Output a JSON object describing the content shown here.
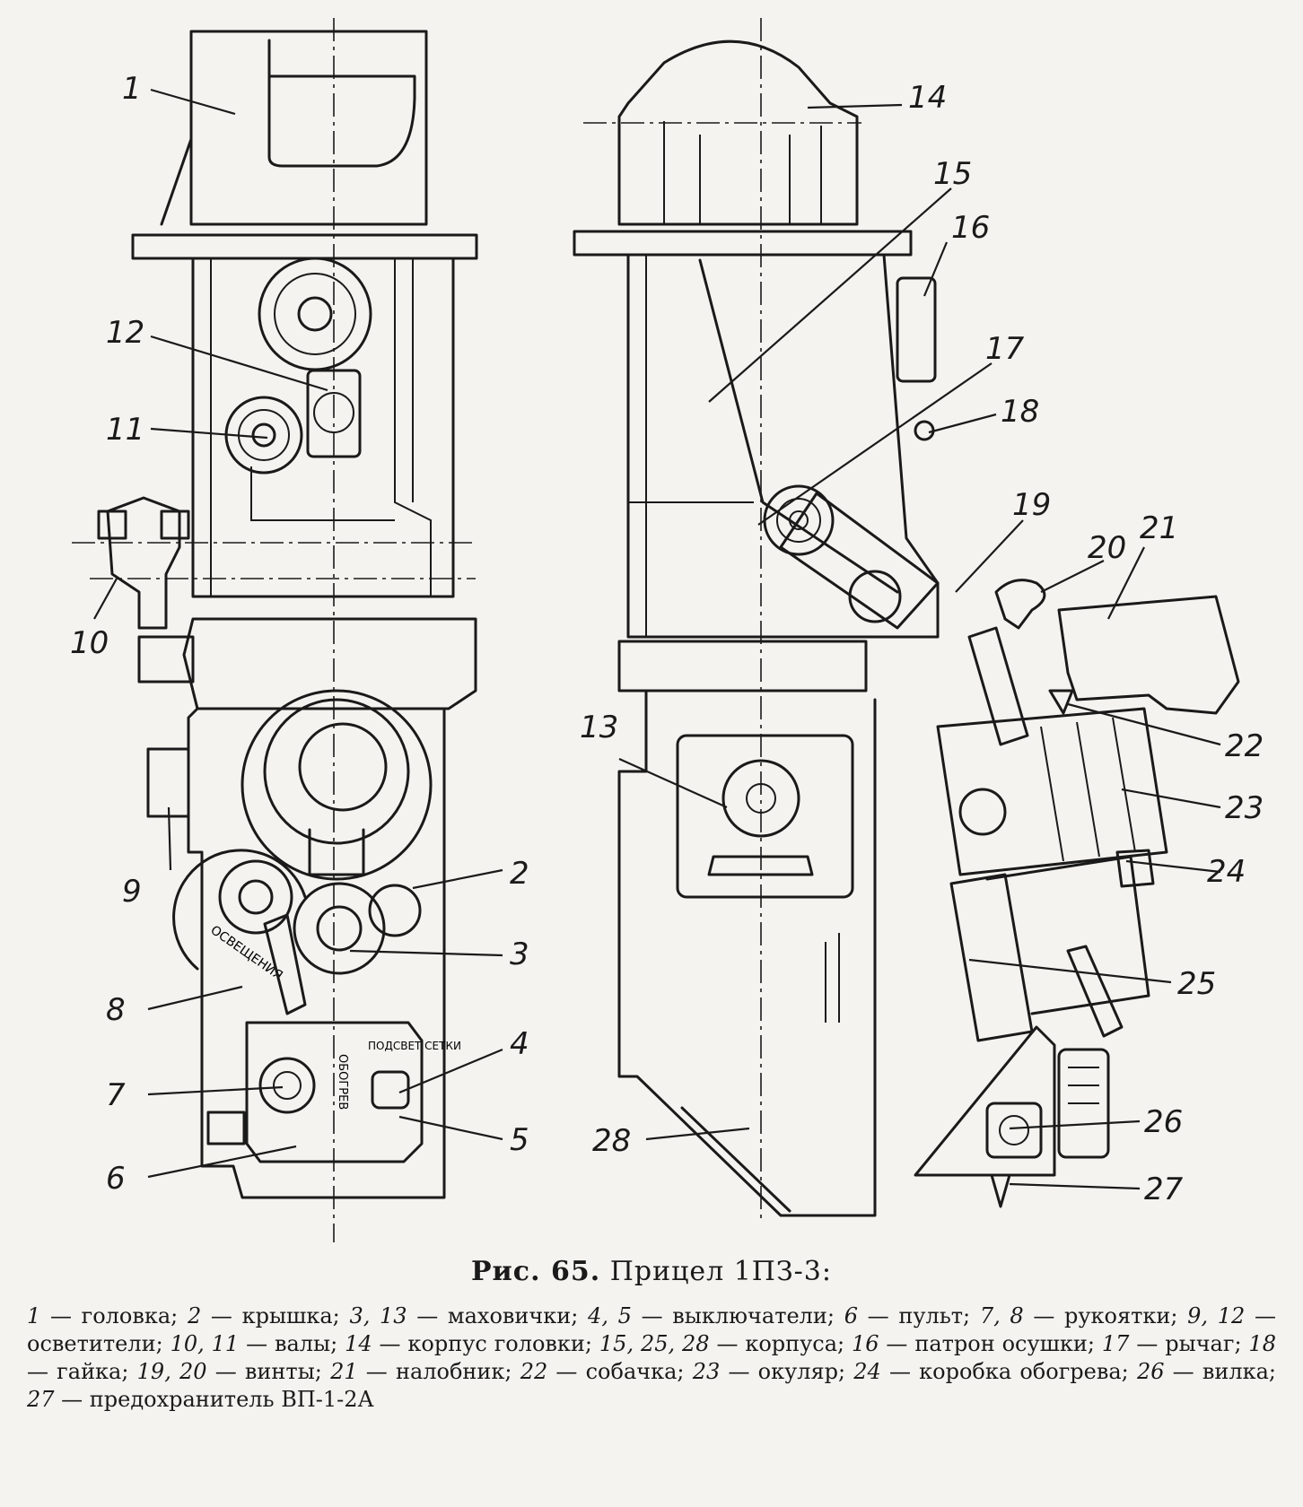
{
  "caption": {
    "fig_label": "Рис. 65.",
    "fig_title": "Прицел 1ПЗ-3:"
  },
  "legend": [
    {
      "key": "1",
      "text": "головка;"
    },
    {
      "key": "2",
      "text": "крышка;"
    },
    {
      "key": "3, 13",
      "text": "маховички;"
    },
    {
      "key": "4, 5",
      "text": "выключатели;"
    },
    {
      "key": "6",
      "text": "пульт;"
    },
    {
      "key": "7, 8",
      "text": "рукоятки;"
    },
    {
      "key": "9, 12",
      "text": "осветители;"
    },
    {
      "key": "10, 11",
      "text": "валы;"
    },
    {
      "key": "14",
      "text": "корпус головки;"
    },
    {
      "key": "15, 25, 28",
      "text": "корпуса;"
    },
    {
      "key": "16",
      "text": "патрон осушки;"
    },
    {
      "key": "17",
      "text": "рычаг;"
    },
    {
      "key": "18",
      "text": "гайка;"
    },
    {
      "key": "19, 20",
      "text": "винты;"
    },
    {
      "key": "21",
      "text": "налобник;"
    },
    {
      "key": "22",
      "text": "собачка;"
    },
    {
      "key": "23",
      "text": "окуляр;"
    },
    {
      "key": "24",
      "text": "коробка обогрева;"
    },
    {
      "key": "26",
      "text": "вилка;"
    },
    {
      "key": "27",
      "text": "предохранитель ВП-1-2А"
    }
  ],
  "callouts": [
    "1",
    "2",
    "3",
    "4",
    "5",
    "6",
    "7",
    "8",
    "9",
    "10",
    "11",
    "12",
    "13",
    "14",
    "15",
    "16",
    "17",
    "18",
    "19",
    "20",
    "21",
    "22",
    "23",
    "24",
    "25",
    "26",
    "27",
    "28"
  ],
  "panel_inscriptions": {
    "heater_switch": "ОБОГРЕВ",
    "reticle_switch": "ПОДСВЕТ СЕТКИ",
    "lighting_dial": "ОСВЕЩЕНИЯ"
  }
}
